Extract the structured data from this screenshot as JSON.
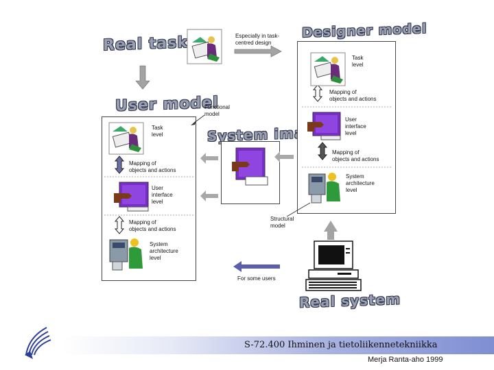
{
  "headings": {
    "real_task": "Real task",
    "designer_model": "Designer model",
    "user_model": "User model",
    "system_image": "System image",
    "real_system": "Real system"
  },
  "labels": {
    "especially": "Especially in task-\ncentred design",
    "functional_model": "Functional\nmodel",
    "structural_model": "Structural\nmodel",
    "for_some_users": "For some users",
    "designer": {
      "task_level": "Task\nlevel",
      "mapping1": "Mapping of\nobjects and actions",
      "ui_level": "User\ninterface\nlevel",
      "mapping2": "Mapping of\nobjects and actions",
      "arch_level": "System\narchitecture\nlevel"
    },
    "user": {
      "task_level": "Task\nlevel",
      "mapping1": "Mapping of\nobjects and actions",
      "ui_level": "User\ninterface\nlevel",
      "mapping2": "Mapping of\nobjects and actions",
      "arch_level": "System\narchitecture\nlevel"
    }
  },
  "footer": {
    "course": "S-72.400 Ihminen ja tietoliikennetekniikka",
    "author": "Merja Ranta-aho 1999"
  },
  "colors": {
    "arrow_gray": "#9a9a9a",
    "arrow_blue": "#5a5fa8",
    "screen_purple": "#7a2cc8",
    "footer_blue": "#7f8ed2"
  },
  "icons": [
    "task-clipart",
    "ui-clipart",
    "architecture-clipart",
    "computer-clipart",
    "logo-wings"
  ]
}
